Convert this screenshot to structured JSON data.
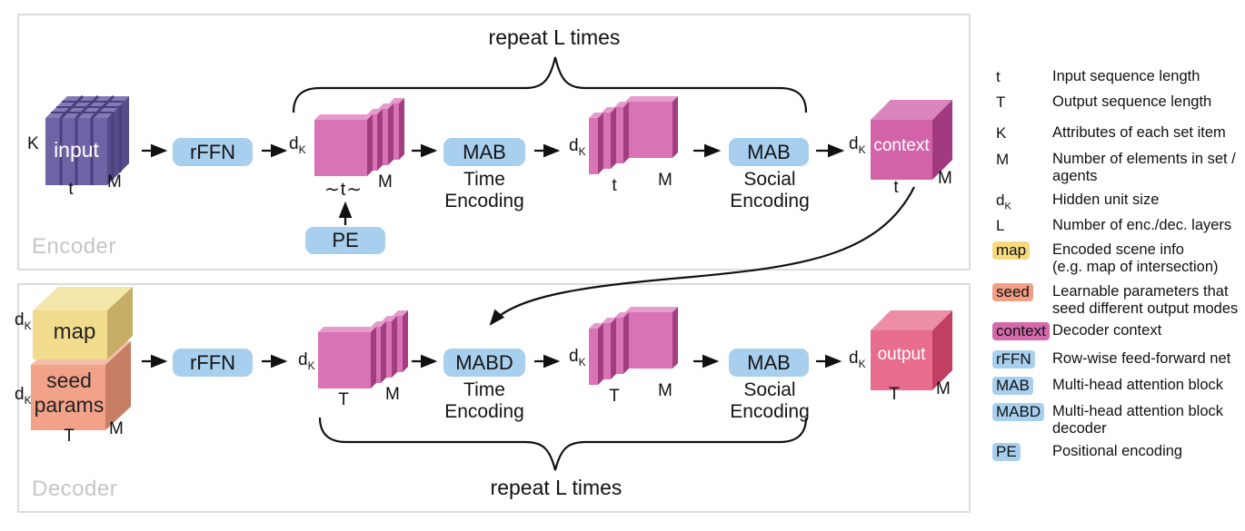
{
  "sections": {
    "encoder_label": "Encoder",
    "decoder_label": "Decoder",
    "repeat_top": "repeat L times",
    "repeat_bottom": "repeat L times"
  },
  "sym": {
    "d": "d",
    "K_sub": "K",
    "K": "K",
    "t": "t",
    "T": "T",
    "M": "M"
  },
  "blocks": {
    "rffn": "rFFN",
    "mab": "MAB",
    "mabd": "MABD",
    "pe": "PE"
  },
  "captions": {
    "time1": "Time",
    "time2": "Encoding",
    "social1": "Social",
    "social2": "Encoding"
  },
  "cubes": {
    "input": "input",
    "context": "context",
    "output": "output",
    "map": "map",
    "seed_line1": "seed",
    "seed_line2": "params",
    "wavy_t": "∼t∼"
  },
  "icons": {
    "arrow_right": "→",
    "arrow_up": "↑"
  },
  "colors": {
    "block_blue": "#a8cfee",
    "slab_pink": "#d873b5",
    "context_pink": "#d263a8",
    "output_rose": "#e86c8d",
    "map_yellow": "#f1dc8d",
    "seed_salmon": "#f1a289",
    "input_purple": "#6f63a6",
    "panel_border": "#d9dbdd",
    "panel_label_gray": "#c4c6c8"
  },
  "legend": {
    "items": [
      {
        "symbol": "t",
        "chip": "none",
        "desc": "Input sequence length"
      },
      {
        "symbol": "T",
        "chip": "none",
        "desc": "Output sequence length"
      },
      {
        "symbol": "K",
        "chip": "none",
        "desc": "Attributes of each set item"
      },
      {
        "symbol": "M",
        "chip": "none",
        "desc": "Number of elements in set /\nagents"
      },
      {
        "symbol": "d",
        "sub": "K",
        "chip": "none",
        "desc": "Hidden unit size"
      },
      {
        "symbol": "L",
        "chip": "none",
        "desc": "Number of enc./dec. layers"
      },
      {
        "symbol": "map",
        "chip": "yellow",
        "desc": "Encoded scene info\n(e.g. map of intersection)"
      },
      {
        "symbol": "seed",
        "chip": "salmon",
        "desc": "Learnable parameters that\nseed different output modes"
      },
      {
        "symbol": "context",
        "chip": "pink",
        "desc": "Decoder context"
      },
      {
        "symbol": "rFFN",
        "chip": "blue",
        "desc": "Row-wise feed-forward net"
      },
      {
        "symbol": "MAB",
        "chip": "blue",
        "desc": "Multi-head attention block"
      },
      {
        "symbol": "MABD",
        "chip": "blue",
        "desc": "Multi-head attention block\ndecoder"
      },
      {
        "symbol": "PE",
        "chip": "blue",
        "desc": "Positional encoding"
      }
    ]
  }
}
